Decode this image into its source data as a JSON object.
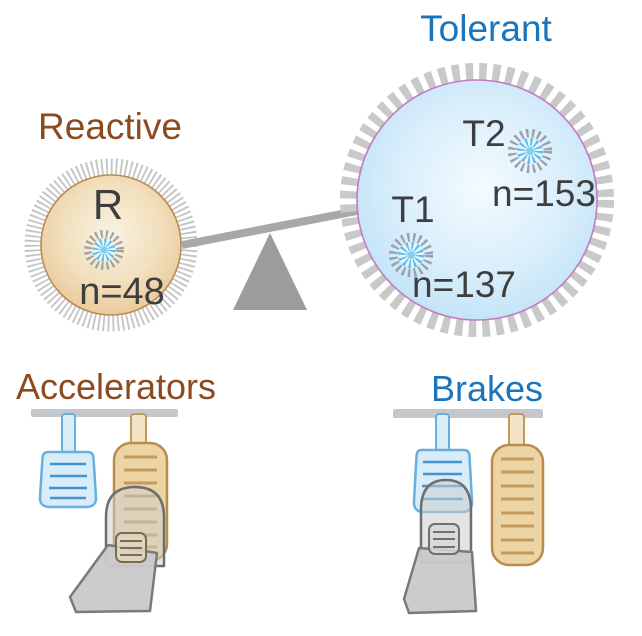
{
  "balance": {
    "reactive": {
      "title": "Reactive",
      "label": "R",
      "count": "n=48"
    },
    "tolerant": {
      "title": "Tolerant",
      "groups": [
        {
          "label": "T1",
          "count": "n=137"
        },
        {
          "label": "T2",
          "count": "n=153"
        }
      ]
    }
  },
  "pedals": {
    "accelerators": {
      "title": "Accelerators"
    },
    "brakes": {
      "title": "Brakes"
    }
  },
  "icons": {
    "virus": "virus-particle-icon",
    "seesaw": "balance-beam-and-fulcrum",
    "foot": "foot-pressing-pedal"
  },
  "colors": {
    "reactive_text": "#8c4a21",
    "tolerant_text": "#1b75bc",
    "label_text": "#3e3e3e",
    "reactive_circle_fill": "#efd9b4",
    "reactive_circle_ring": "#bb8b55",
    "tolerant_circle_fill": "#cde8f8",
    "tolerant_circle_ring": "#c47ac2",
    "hatch_gray": "#c6c6c6",
    "beam_gray": "#a8a8a8",
    "fulcrum_gray": "#9c9c9c",
    "mount_bar_gray": "#c4c8cc",
    "accelerator_pedal_fill": "#ecd4a4",
    "accelerator_pedal_outline": "#b98c4c",
    "brake_pedal_fill": "#d8ecfa",
    "brake_pedal_outline": "#6aaede",
    "brake_pedal_line": "#4593cc",
    "foot_fill": "#c9c9c9",
    "foot_outline": "#6e6e6e"
  }
}
